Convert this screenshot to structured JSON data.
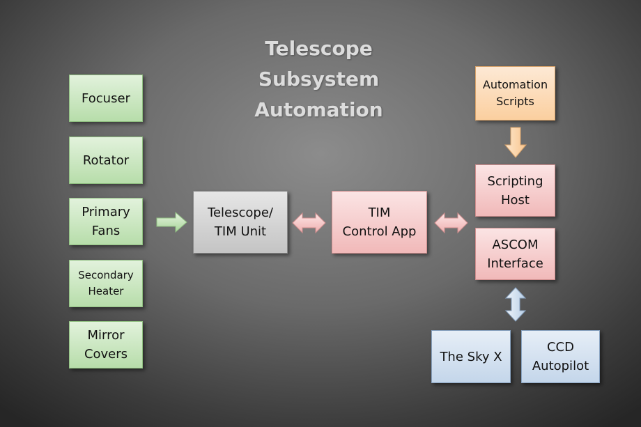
{
  "title": {
    "line1": "Telescope",
    "line2": "Subsystem",
    "line3": "Automation"
  },
  "subsystems": [
    {
      "line1": "Focuser",
      "line2": ""
    },
    {
      "line1": "Rotator",
      "line2": ""
    },
    {
      "line1": "Primary",
      "line2": "Fans"
    },
    {
      "line1": "Secondary",
      "line2": "Heater"
    },
    {
      "line1": "Mirror",
      "line2": "Covers"
    }
  ],
  "telescope_unit": {
    "line1": "Telescope/",
    "line2": "TIM Unit"
  },
  "control_app": {
    "line1": "TIM",
    "line2": "Control App"
  },
  "automation_scripts": {
    "line1": "Automation",
    "line2": "Scripts"
  },
  "scripting_host": {
    "line1": "Scripting",
    "line2": "Host"
  },
  "ascom_interface": {
    "line1": "ASCOM",
    "line2": "Interface"
  },
  "the_sky_x": {
    "line1": "The Sky X"
  },
  "ccd_autopilot": {
    "line1": "CCD",
    "line2": "Autopilot"
  },
  "colors": {
    "green": "#c8e6bd",
    "gray": "#d4d4d4",
    "pink": "#f6cccc",
    "orange": "#fcd9b2",
    "blue": "#d3e1ef"
  }
}
